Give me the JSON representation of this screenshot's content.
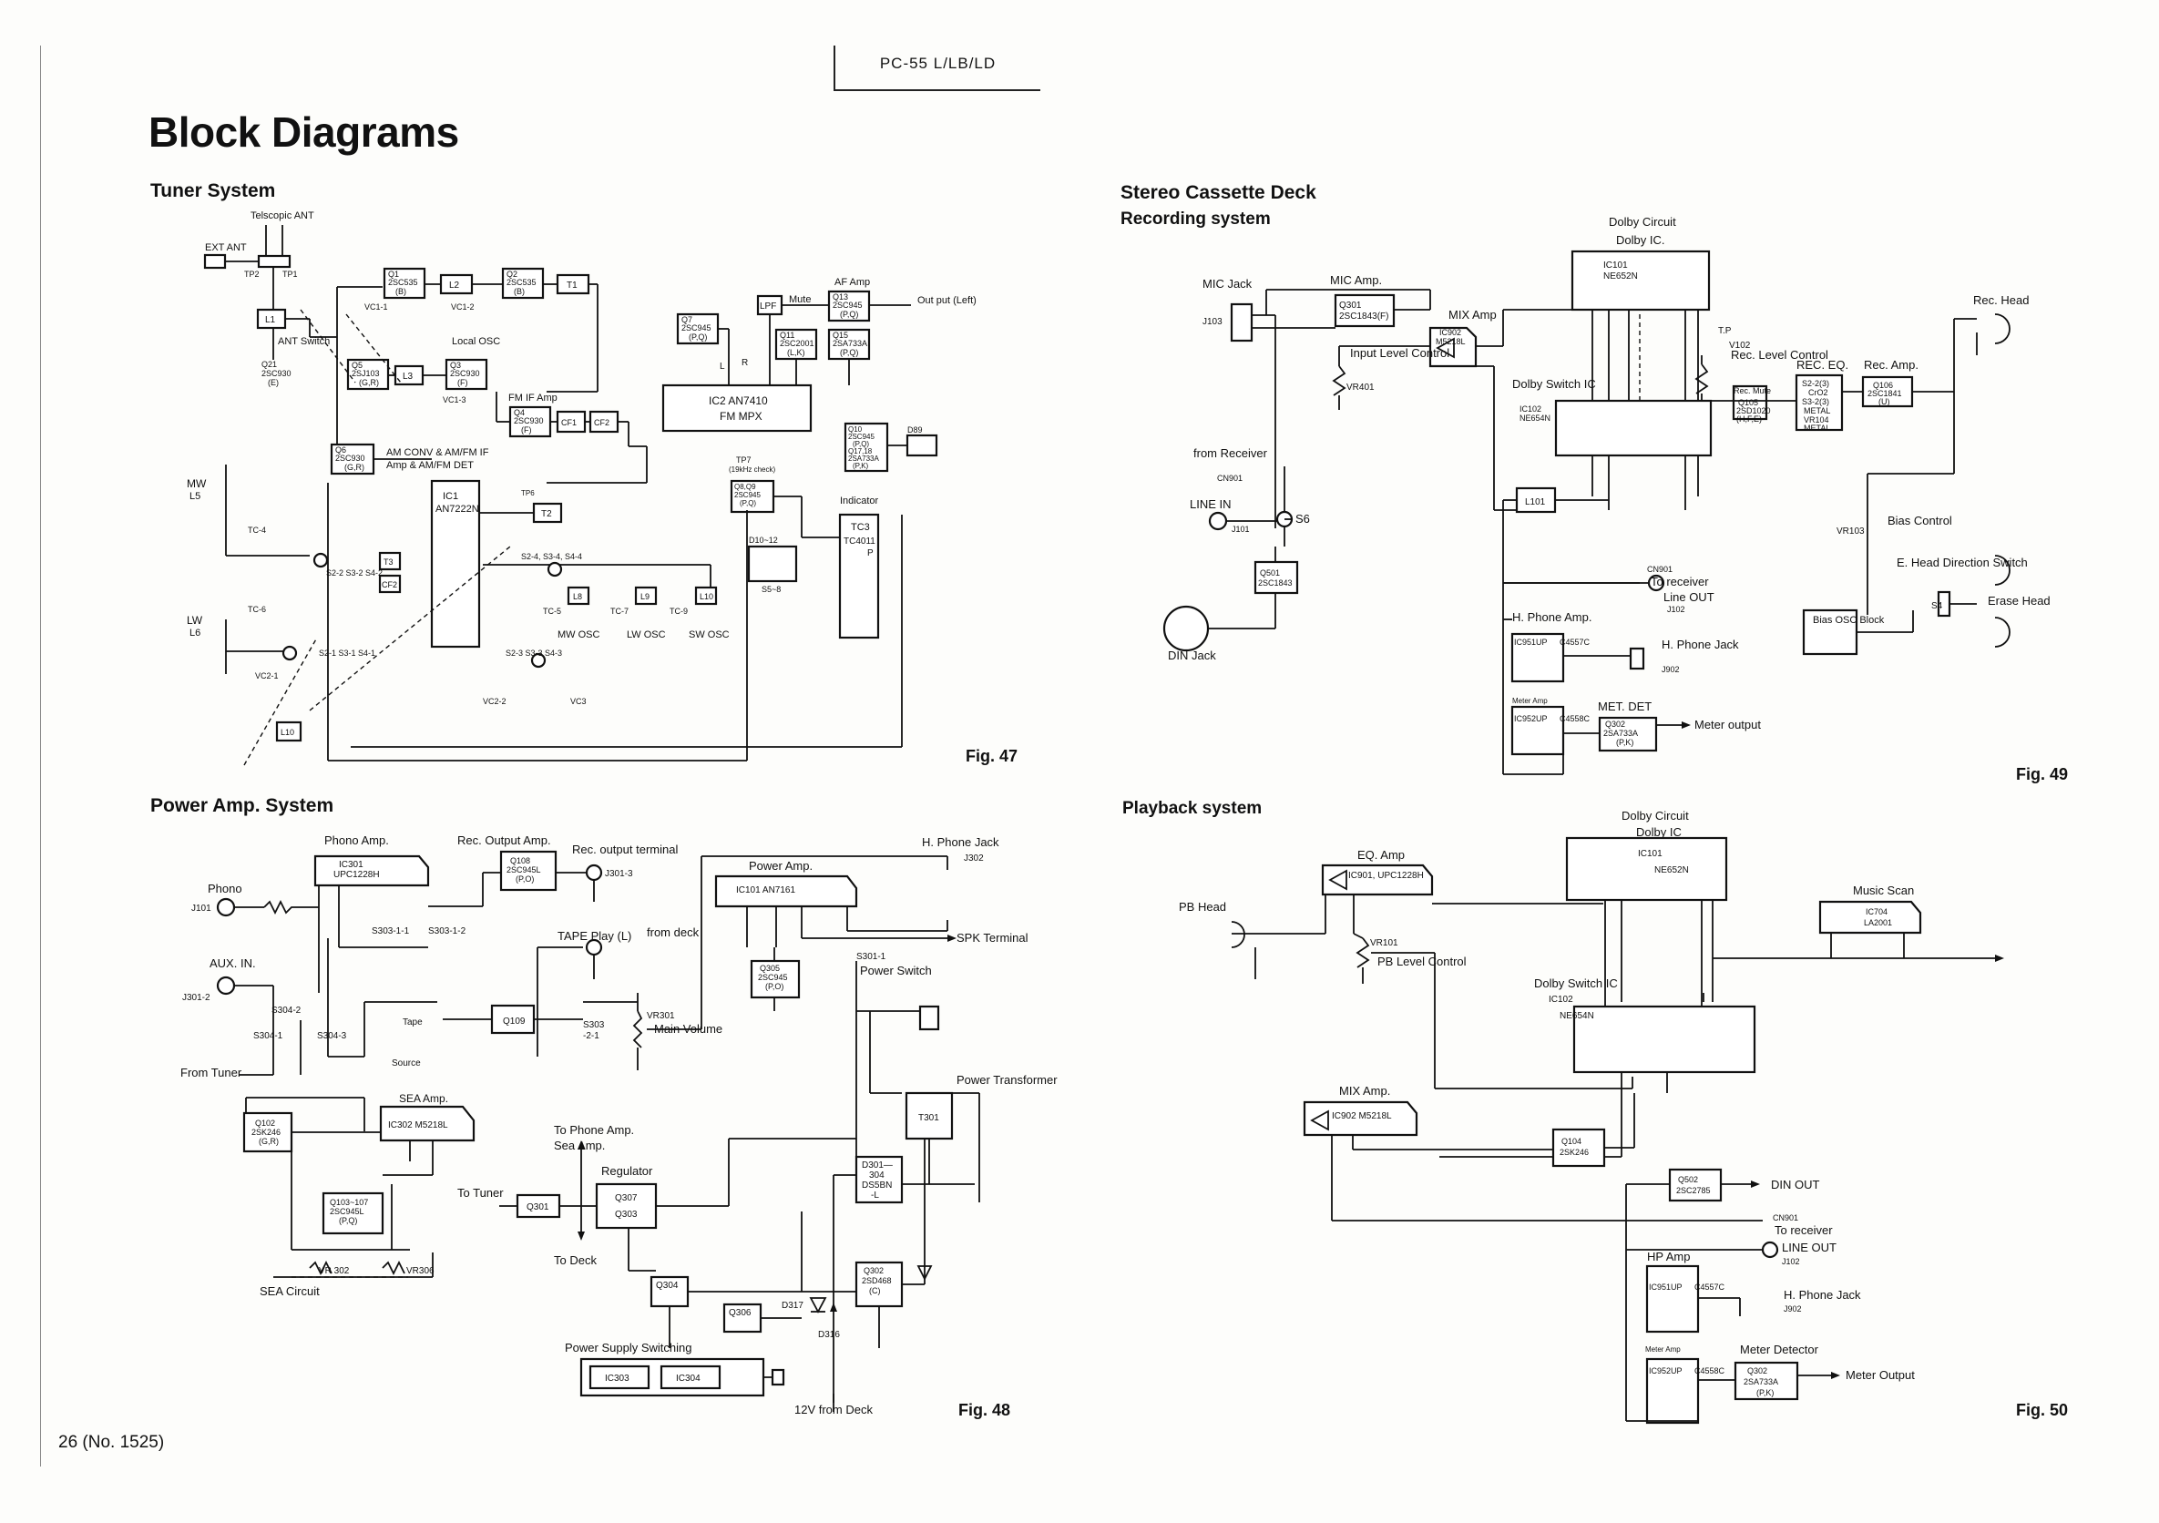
{
  "header": {
    "model": "PC-55 L/LB/LD"
  },
  "page_title": "Block Diagrams",
  "footer": {
    "page_label": "26 (No. 1525)"
  },
  "tuner": {
    "title": "Tuner System",
    "fig": "Fig. 47",
    "labels": {
      "telescopic": "Telscopic ANT",
      "ext_ant": "EXT ANT",
      "tp2": "TP2",
      "tp1": "TP1",
      "l1": "L1",
      "ant_switch": "ANT Switch",
      "q21": "Q21",
      "q21_type": "2SC930",
      "q21_rank": "(E)",
      "q1": "Q1",
      "q1_type": "2SC535",
      "q1_rank": "(B)",
      "vc1_1": "VC1-1",
      "l2": "L2",
      "vc1_2": "VC1-2",
      "q2": "Q2",
      "q2_type": "2SC535",
      "q2_rank": "(B)",
      "t1": "T1",
      "local_osc": "Local OSC",
      "q5a": "Q5",
      "q5a_type": "2SJ103",
      "q5a_rank": "(G,R)",
      "l3": "L3",
      "q3": "Q3",
      "q3_type": "2SC930",
      "q3_rank": "(F)",
      "vc1_3": "VC1-3",
      "fm_if_amp": "FM IF Amp",
      "q4": "Q4",
      "q4_type": "2SC930",
      "q4_rank": "(F)",
      "cf1": "CF1",
      "cf2": "CF2",
      "q7": "Q7",
      "q7_type": "2SC945",
      "q7_rank": "(P,Q)",
      "lpf": "LPF",
      "mute": "Mute",
      "af_amp": "AF Amp",
      "q13": "Q13",
      "q13_type": "2SC945",
      "q13_rank": "(P,Q)",
      "output": "Out put (Left)",
      "q11": "Q11",
      "q11_type": "2SC2001",
      "q11_rank": "(L,K)",
      "q15": "Q15",
      "q15_type": "2SA733A",
      "q15_rank": "(P,Q)",
      "ic2": "IC2 AN7410",
      "fm_mpx": "FM MPX",
      "l_pin": "L",
      "r_pin": "R",
      "tp7": "TP7",
      "tp7_note": "(19kHz check)",
      "q10": "Q10",
      "q10_type": "2SC945",
      "q10_rank": "(P,Q)",
      "q17": "Q17,18",
      "q17_type": "2SA733A",
      "q17_rank": "(P,K)",
      "d89": "D89",
      "q6": "Q6",
      "q6_type": "2SC930",
      "q6_rank": "(G,R)",
      "am_conv": "AM CONV & AM/FM IF",
      "am_conv2": "Amp & AM/FM DET",
      "ic1": "IC1",
      "ic1_type": "AN7222N",
      "tp6": "TP6",
      "t2": "T2",
      "t3": "T3",
      "cf2b": "CF2",
      "q8": "Q8,Q9",
      "q8_type": "2SC945",
      "q8_rank": "(P,Q)",
      "indicator": "Indicator",
      "tc3": "TC3",
      "tc3_type": "TC4011",
      "tc3_p": "P",
      "d10": "D10~12",
      "s5": "S5~8",
      "mw": "MW",
      "l5": "L5",
      "lw": "LW",
      "l6": "L6",
      "tc4": "TC-4",
      "tc6": "TC-6",
      "vc2_1": "VC2-1",
      "sw_s2": "S2-2 S3-2 S4-2",
      "sw_s1": "S2-1 S3-1 S4-1",
      "sw_s24": "S2-4, S3-4, S4-4",
      "sw_s23": "S2-3 S3-3 S4-3",
      "tc5": "TC-5",
      "l8": "L8",
      "tc7": "TC-7",
      "l9": "L9",
      "tc9": "TC-9",
      "l10": "L10",
      "mw_osc": "MW OSC",
      "lw_osc": "LW OSC",
      "sw_osc": "SW OSC",
      "l10b": "L10",
      "vc2_2": "VC2-2",
      "vc3": "VC3"
    }
  },
  "power_amp": {
    "title": "Power Amp. System",
    "fig": "Fig. 48",
    "labels": {
      "phono_amp": "Phono Amp.",
      "ic301": "IC301",
      "ic301_type": "UPC1228H",
      "phono": "Phono",
      "j101": "J101",
      "rec_out_amp": "Rec. Output Amp.",
      "q108": "Q108",
      "q108_type": "2SC945L",
      "q108_rank": "(P,O)",
      "rec_out_term": "Rec. output terminal",
      "j301_3": "J301-3",
      "hphone_jack": "H. Phone Jack",
      "j302": "J302",
      "power_amp": "Power Amp.",
      "ic101": "IC101 AN7161",
      "spk": "SPK Terminal",
      "aux_in": "AUX. IN.",
      "j301_2": "J301-2",
      "s303_1": "S303-1-1",
      "s303_2": "S303-1-2",
      "tape_play": "TAPE Play (L)",
      "from_deck": "from deck",
      "q305": "Q305",
      "q305_type": "2SC945",
      "q305_rank": "(P,O)",
      "s301": "S301-1",
      "power_switch": "Power Switch",
      "s304_2": "S304-2",
      "s304_1": "S304-1",
      "s304_3": "S304-3",
      "tape": "Tape",
      "source": "Source",
      "q109": "Q109",
      "s303": "S303",
      "s303b": "-2-1",
      "vr301": "VR301",
      "main_volume": "Main Volume",
      "from_tuner": "From Tuner",
      "power_trans": "Power Transformer",
      "t301": "T301",
      "q102": "Q102",
      "q102_type": "2SK246",
      "q102_rank": "(G,R)",
      "sea_amp": "SEA Amp.",
      "ic302": "IC302 M5218L",
      "to_phono": "To Phone Amp.",
      "to_sea": "Sea Amp.",
      "regulator": "Regulator",
      "q307": "Q307",
      "q303": "Q303",
      "to_tuner": "To Tuner",
      "q301": "Q301",
      "to_deck": "To Deck",
      "d301": "D301—",
      "d304": "304",
      "ds5bn": "DS5BN",
      "ds5bn2": "-L",
      "q103": "Q103~107",
      "q103_type": "2SC945L",
      "q103_rank": "(P,Q)",
      "vr302": "VR 302",
      "vr306": "VR306",
      "sea_circuit": "SEA Circuit",
      "q304": "Q304",
      "q306": "Q306",
      "q302": "Q302",
      "q302_type": "2SD468",
      "q302_rank": "(C)",
      "d317": "D317",
      "d316": "D316",
      "psw": "Power Supply Switching",
      "ic303": "IC303",
      "ic304": "IC304",
      "from_deck_12v": "12V from Deck"
    }
  },
  "recording": {
    "title": "Stereo Cassette Deck",
    "subtitle": "Recording system",
    "fig": "Fig. 49",
    "labels": {
      "dolby_circuit": "Dolby Circuit",
      "dolby_ic": "Dolby IC.",
      "ic101": "IC101",
      "ic101_type": "NE652N",
      "mic_jack": "MIC Jack",
      "mic_amp": "MIC Amp.",
      "q301": "Q301",
      "q301_type": "2SC1843(F)",
      "j103": "J103",
      "mix_amp": "MIX Amp",
      "ic902": "IC902",
      "ic902_type": "M5218L",
      "input_level": "Input Level Control",
      "vr401": "VR401",
      "tp": "T.P",
      "v102": "V102",
      "rec_level": "Rec. Level Control",
      "rec_head": "Rec. Head",
      "rec_eq": "REC. EQ.",
      "s2": "S2-2(3)",
      "s2b": "CrO2",
      "s3": "S3-2(3)",
      "metal": "METAL",
      "vr104": "VR104",
      "metal2": "METAL",
      "rec_amp": "Rec. Amp.",
      "q106": "Q106",
      "q106_type": "2SC1841",
      "q106_rank": "(U)",
      "rec_mute": "Rec. Mute",
      "q105": "Q105",
      "q105_type": "2SD1020",
      "q105_rank": "(H,F,E)",
      "dolby_switch": "Dolby Switch IC",
      "ic102": "IC102",
      "ic102_type": "NE654N",
      "from_receiver": "from Receiver",
      "cn901": "CN901",
      "line_in": "LINE IN",
      "j101": "J101",
      "s6": "S6",
      "l101": "L101",
      "q501": "Q501",
      "q501_type": "2SC1843",
      "bias_control": "Bias Control",
      "vr103": "VR103",
      "cn901b": "CN901",
      "to_receiver": "To receiver",
      "line_out": "Line OUT",
      "j102": "J102",
      "ehead": "E. Head Direction Switch",
      "s4": "S4",
      "erase_head": "Erase Head",
      "hphone_amp": "H. Phone Amp.",
      "ic951": "IC951UP",
      "ic951_type": "C4557C",
      "hphone_jack": "H. Phone Jack",
      "j902": "J902",
      "bias_osc": "Bias OSC Block",
      "din_jack": "DIN Jack",
      "meter_amp": "Meter Amp",
      "ic952": "IC952UP",
      "ic952_type": "C4558C",
      "met_det": "MET. DET",
      "q302": "Q302",
      "q302_type": "2SA733A",
      "q302_rank": "(P,K)",
      "meter_output": "Meter output"
    }
  },
  "playback": {
    "title": "Playback system",
    "fig": "Fig. 50",
    "labels": {
      "dolby_circuit": "Dolby Circuit",
      "dolby_ic": "Dolby IC",
      "ic101": "IC101",
      "ic101_type": "NE652N",
      "eq_amp": "EQ. Amp",
      "ic901": "IC901, UPC1228H",
      "pb_head": "PB Head",
      "vr101": "VR101",
      "pb_level": "PB Level Control",
      "music_scan": "Music Scan",
      "ic704": "IC704",
      "ic704_type": "LA2001",
      "dolby_switch": "Dolby Switch IC",
      "ic102": "IC102",
      "ic102_type": "NE654N",
      "mix_amp": "MIX Amp.",
      "ic902": "IC902 M5218L",
      "q104": "Q104",
      "q104_type": "2SK246",
      "q502": "Q502",
      "q502_type": "2SC2785",
      "din_out": "DIN OUT",
      "cn901": "CN901",
      "to_receiver": "To receiver",
      "line_out": "LINE OUT",
      "j102": "J102",
      "hp_amp": "HP Amp",
      "ic951": "IC951UP",
      "ic951_type": "C4557C",
      "hphone_jack": "H. Phone Jack",
      "j902": "J902",
      "meter_amp": "Meter Amp",
      "meter_det": "Meter Detector",
      "ic952": "IC952UP",
      "ic952_type": "C4558C",
      "q302": "Q302",
      "q302_type": "2SA733A",
      "q302_rank": "(P,K)",
      "meter_output": "Meter Output"
    }
  }
}
